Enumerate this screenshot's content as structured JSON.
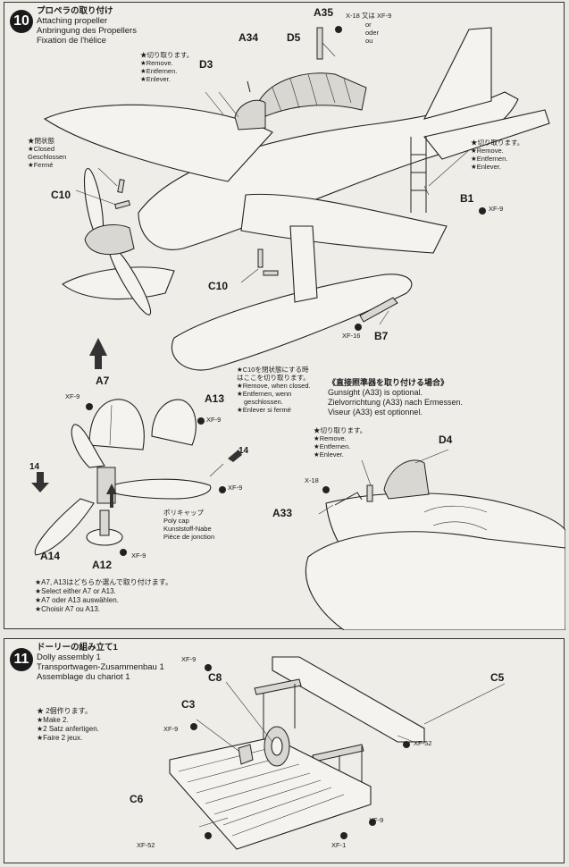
{
  "step10": {
    "number": "10",
    "title_jp": "プロペラの取り付け",
    "title_en": "Attaching propeller",
    "title_de": "Anbringung des Propellers",
    "title_fr": "Fixation de l'hélice",
    "parts": {
      "a35": "A35",
      "a34": "A34",
      "d5": "D5",
      "d3": "D3",
      "c10_left": "C10",
      "c10_bottom": "C10",
      "b1": "B1",
      "b7": "B7",
      "a7": "A7",
      "a13": "A13",
      "a14": "A14",
      "a12": "A12",
      "d4": "D4",
      "a33": "A33",
      "num14_left": "14",
      "num14_right": "14"
    },
    "paints": {
      "x18_top": "X-18",
      "xf9_top": "XF-9",
      "xf9_b1": "XF-9",
      "xf16": "XF-16",
      "xf9_a7": "XF-9",
      "xf9_a13": "XF-9",
      "xf9_a12": "XF-9",
      "xf9_prop": "XF-9",
      "x18_a33": "X-18"
    },
    "or_note": {
      "jp": "又は",
      "or": "or",
      "oder": "oder",
      "ou": "ou"
    },
    "remove_d3": {
      "jp": "★切り取ります。",
      "en": "★Remove.",
      "de": "★Entfernen.",
      "fr": "★Enlever."
    },
    "closed_note": {
      "jp": "★閉状態",
      "en": "★Closed",
      "de": "Geschlossen",
      "fr": "★Fermé"
    },
    "remove_b1": {
      "jp": "★切り取ります。",
      "en": "★Remove.",
      "de": "★Entfernen.",
      "fr": "★Enlever."
    },
    "c10_note": {
      "jp1": "★C10を閉状態にする時",
      "jp2": "はここを切り取ります。",
      "en": "★Remove, when closed.",
      "de1": "★Entfernen, wenn",
      "de2": "geschlossen.",
      "fr": "★Enlever si fermé"
    },
    "gunsight": {
      "jp": "《直接照準器を取り付ける場合》",
      "en": "Gunsight (A33) is optional.",
      "de": "Zielvorrichtung (A33) nach Ermessen.",
      "fr": "Viseur (A33) est optionnel."
    },
    "remove_d4": {
      "jp": "★切り取ります。",
      "en": "★Remove.",
      "de": "★Entfernen.",
      "fr": "★Enlever."
    },
    "poly_cap": {
      "jp": "ポリキャップ",
      "en": "Poly cap",
      "de": "Kunststoff-Nabe",
      "fr": "Pièce de jonction"
    },
    "select_note": {
      "jp": "★A7, A13はどちらか選んで取り付けます。",
      "en": "★Select either A7 or A13.",
      "de": "★A7 oder A13 auswählen.",
      "fr": "★Choisir A7 ou A13."
    }
  },
  "step11": {
    "number": "11",
    "title_jp": "ドーリーの組み立て1",
    "title_en": "Dolly assembly 1",
    "title_de": "Transportwagen-Zusammenbau 1",
    "title_fr": "Assemblage du chariot 1",
    "make2": {
      "jp": "★ 2個作ります。",
      "en": "★Make 2.",
      "de": "★2 Satz anfertigen.",
      "fr": "★Faire 2 jeux."
    },
    "parts": {
      "c8": "C8",
      "c5": "C5",
      "c3": "C3",
      "c6": "C6"
    },
    "paints": {
      "xf9_c8": "XF-9",
      "xf9_c3": "XF-9",
      "xf52_right": "XF-52",
      "xf9_bottom": "XF-9",
      "xf52_bottom": "XF-52",
      "xf1": "XF-1"
    }
  },
  "colors": {
    "ink": "#1a1a1a",
    "paper": "#efede8"
  }
}
